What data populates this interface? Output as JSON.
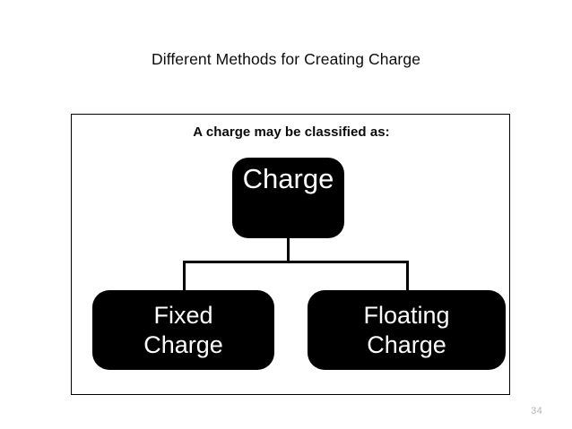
{
  "slide": {
    "title": "Different Methods for Creating Charge",
    "page_number": "34",
    "background_color": "#ffffff",
    "text_color": "#0d0d0d"
  },
  "diagram": {
    "subtitle": "A charge may be classified as:",
    "border_color": "#000000",
    "node_fill_color": "#000000",
    "node_text_color": "#ffffff",
    "connector_color": "#000000",
    "root": {
      "label": "Charge",
      "label_rendered": "Charg",
      "label_overflow_glyph": "e"
    },
    "children": [
      {
        "label": "Fixed Charge",
        "line1": "Fixed",
        "line2": "Charge"
      },
      {
        "label": "Floating Charge",
        "line1": "Floating",
        "line2": "Charge"
      }
    ]
  }
}
